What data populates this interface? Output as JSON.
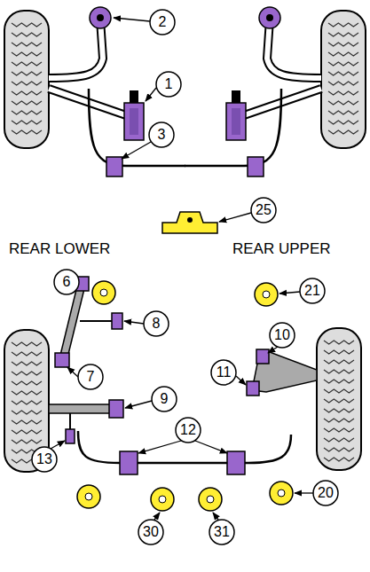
{
  "diagram": {
    "labels": [
      "2",
      "1",
      "3",
      "25",
      "REAR LOWER",
      "REAR UPPER",
      "6",
      "21",
      "8",
      "10",
      "11",
      "7",
      "9",
      "12",
      "13",
      "20",
      "30",
      "31"
    ]
  }
}
